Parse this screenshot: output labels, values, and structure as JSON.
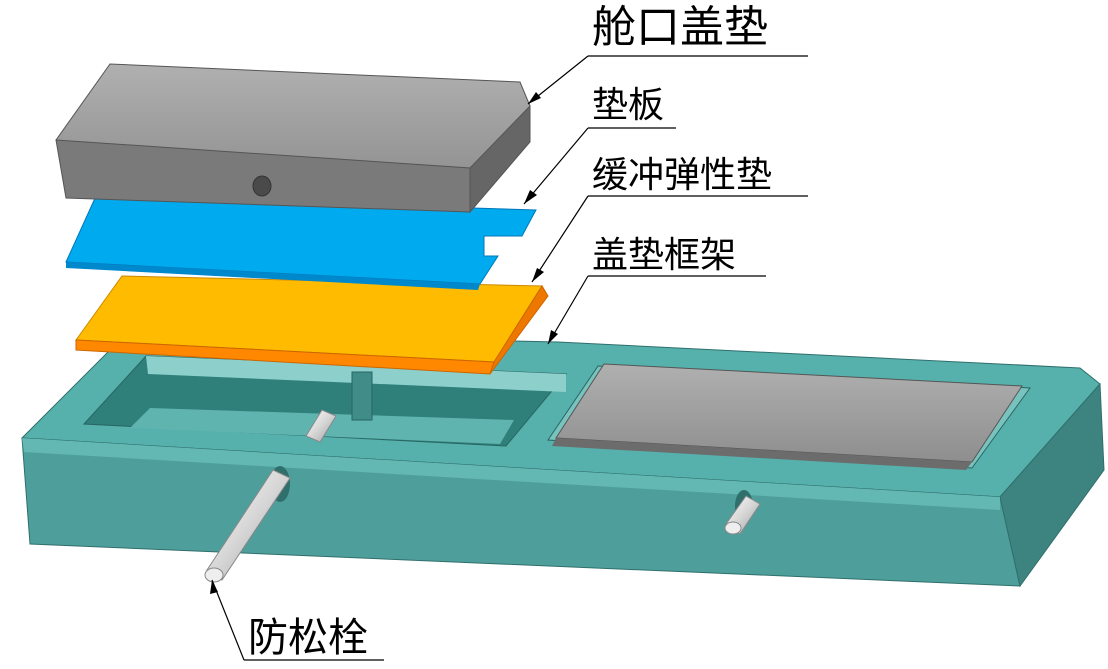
{
  "labels": {
    "hatch_cover_pad": "舱口盖垫",
    "backing_plate": "垫板",
    "elastic_cushion": "缓冲弹性垫",
    "pad_frame": "盖垫框架",
    "anti_loose_pin": "防松栓"
  },
  "colors": {
    "frame_top": "#56b0ac",
    "frame_front": "#4e9f9b",
    "frame_side": "#3d8480",
    "frame_inner": "#79c3bf",
    "pad_top": "#9d9d9d",
    "pad_front": "#7a7a7a",
    "pad_side": "#666666",
    "plate": "#00aaee",
    "plate_edge": "#0088cc",
    "cushion": "#ffbb00",
    "cushion_edge": "#ff8800",
    "pin": "#dcdcdc",
    "leader": "#000000"
  }
}
